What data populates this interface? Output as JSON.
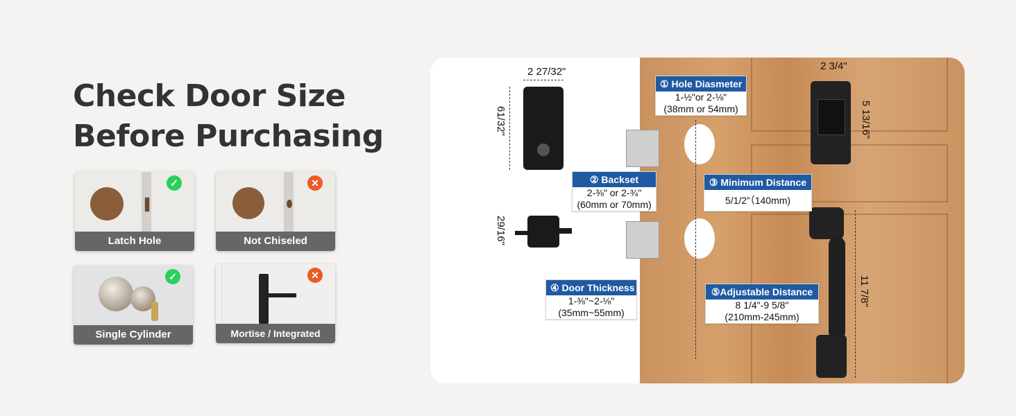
{
  "title": {
    "line1": "Check Door Size",
    "line2": "Before Purchasing"
  },
  "cards": [
    {
      "caption": "Latch Hole",
      "status": "ok",
      "icon": "check-icon"
    },
    {
      "caption": "Not Chiseled",
      "status": "bad",
      "icon": "cross-icon"
    },
    {
      "caption": "Single Cylinder",
      "status": "ok",
      "icon": "check-icon"
    },
    {
      "caption": "Mortise / Integrated",
      "status": "bad",
      "icon": "cross-icon"
    }
  ],
  "dimensions": {
    "deadbolt_width": "2 27/32\"",
    "deadbolt_height": "61/32\"",
    "deadbolt_depth": "29/16\"",
    "keypad_width": "2 3/4\"",
    "keypad_height": "5 13/16\"",
    "handle_height": "11 7/8\""
  },
  "labels": {
    "hole": {
      "title": "① Hole Diasmeter",
      "line1": "1-½\"or 2-⅛\"",
      "line2": "(38mm or 54mm)"
    },
    "backset": {
      "title": "② Backset",
      "line1": "2-⅜\" or 2-¾\"",
      "line2": "(60mm or 70mm)"
    },
    "minimum": {
      "title": "③ Minimum Distance",
      "line1": "5/1/2”（140mm)"
    },
    "thickness": {
      "title": "④ Door Thickness",
      "line1": "1-⅜\"~2-⅛\"",
      "line2": "(35mm~55mm)"
    },
    "adjustable": {
      "title": "⑤Adjustable Distance",
      "line1": "8 1/4\"-9 5/8\"",
      "line2": "(210mm-245mm)"
    }
  },
  "colors": {
    "label_header": "#1f5aa2",
    "ok_badge": "#2bd05a",
    "bad_badge": "#ee5a24",
    "background": "#f4f3f1"
  }
}
